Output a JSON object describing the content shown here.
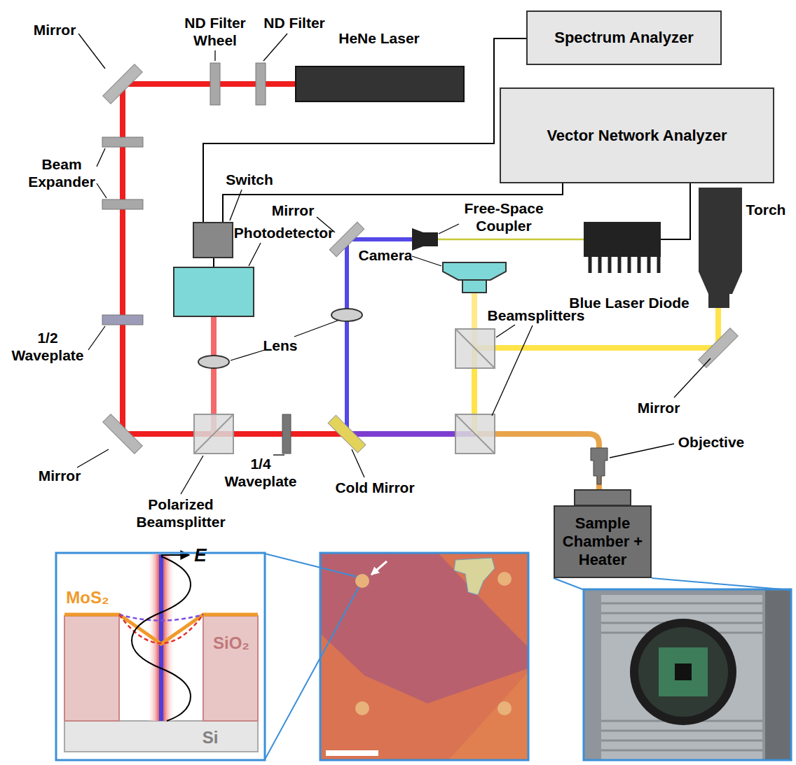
{
  "diagram": {
    "nodes": [
      {
        "text": [
          "Spectrum Analyzer"
        ]
      },
      {
        "text": [
          "Vector Network Analyzer"
        ]
      },
      {
        "text": [
          "Sample Chamber + Heater"
        ]
      }
    ],
    "labels": [
      "Mirror",
      "ND Filter Wheel",
      "ND Filter",
      "HeNe Laser",
      "Beam Expander",
      "1/2 Waveplate",
      "Mirror",
      "Polarized Beamsplitter",
      "1/4 Waveplate",
      "Cold Mirror",
      "Switch",
      "Photodetector",
      "Mirror",
      "Lens",
      "Free-Space Coupler",
      "Camera",
      "Blue Laser Diode",
      "Torch",
      "Beamsplitters",
      "Mirror",
      "Objective",
      "E",
      "MoS₂",
      "SiO₂",
      "Si"
    ]
  }
}
